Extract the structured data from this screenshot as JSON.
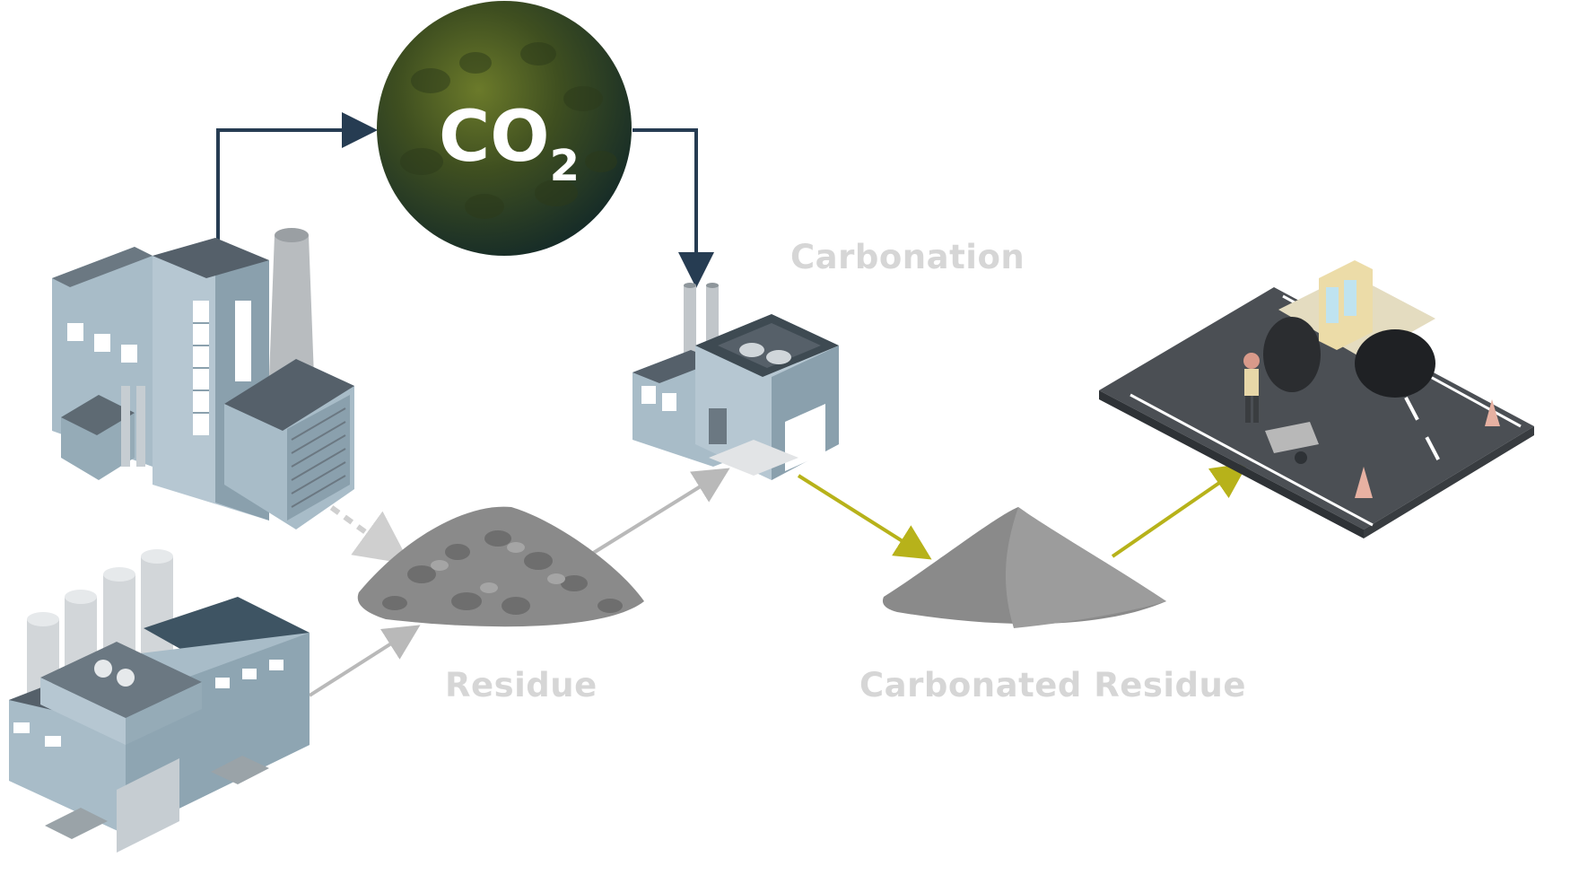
{
  "labels": {
    "co2_main": "CO",
    "co2_sub": "2",
    "carbonation": "Carbonation",
    "residue": "Residue",
    "carbonated_residue": "Carbonated Residue"
  },
  "colors": {
    "co2_flow": "#263c52",
    "residue_flow": "#b9b9b9",
    "carbonated_flow": "#b7b21a",
    "label": "#d6d6d6",
    "building_light": "#a8bcc8",
    "building_dark": "#4b5c66",
    "roof": "#55606a",
    "road": "#4b4f54",
    "pile": "#8a8a8a"
  },
  "icons": [
    "factory-icon",
    "industrial-plant-icon",
    "co2-sphere-icon",
    "carbonation-plant-icon",
    "residue-pile-icon",
    "carbonated-residue-pile-icon",
    "road-construction-icon"
  ]
}
